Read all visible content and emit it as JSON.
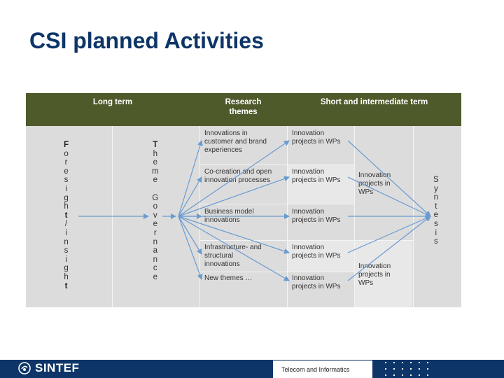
{
  "slide": {
    "title": "CSI planned Activities"
  },
  "table": {
    "headers": {
      "long_term": "Long term",
      "research_themes_line1": "Research",
      "research_themes_line2": "themes",
      "short_intermediate": "Short and intermediate term"
    },
    "foresight_letters": [
      "F",
      "o",
      "r",
      "e",
      "s",
      "i",
      "g",
      "h",
      "t",
      "/",
      "i",
      "n",
      "s",
      "i",
      "g",
      "h",
      "t"
    ],
    "theme_governance_letters": [
      "T",
      "h",
      "e",
      "m",
      "e",
      "",
      "G",
      "o",
      "v",
      "e",
      "r",
      "n",
      "a",
      "n",
      "c",
      "e"
    ],
    "synthesis_letters": [
      "S",
      "y",
      "n",
      "t",
      "e",
      "s",
      "i",
      "s"
    ],
    "themes": [
      {
        "lines": [
          "Innovations in",
          "customer and brand",
          "experiences"
        ]
      },
      {
        "lines": [
          "Co-creation and open",
          "innovation processes"
        ]
      },
      {
        "lines": [
          "Business model",
          "innovations"
        ]
      },
      {
        "lines": [
          "Infrastructure- and",
          "structural",
          "innovations"
        ]
      },
      {
        "lines": [
          "New themes …"
        ]
      }
    ],
    "projects": [
      {
        "lines": [
          "Innovation",
          "projects in WPs"
        ]
      },
      {
        "lines": [
          "Innovation",
          "projects in WPs"
        ]
      },
      {
        "lines": [
          "Innovation",
          "projects in WPs"
        ]
      },
      {
        "lines": [
          "Innovation",
          "projects in WPs"
        ]
      },
      {
        "lines": [
          "Innovation",
          "projects in WPs"
        ]
      }
    ],
    "groups": [
      {
        "lines": [
          "Innovation",
          "projects in",
          "WPs"
        ]
      },
      {
        "lines": [
          "Innovation",
          "projects in",
          "WPs"
        ]
      }
    ]
  },
  "footer": {
    "logo": "SINTEF",
    "department": "Telecom and Informatics"
  },
  "colors": {
    "title": "#0e3567",
    "header_bg": "#4e5a2a",
    "cell_bg": "#dcdcdc",
    "arrow": "#6a9bd0",
    "footer_bg": "#0e3567"
  }
}
